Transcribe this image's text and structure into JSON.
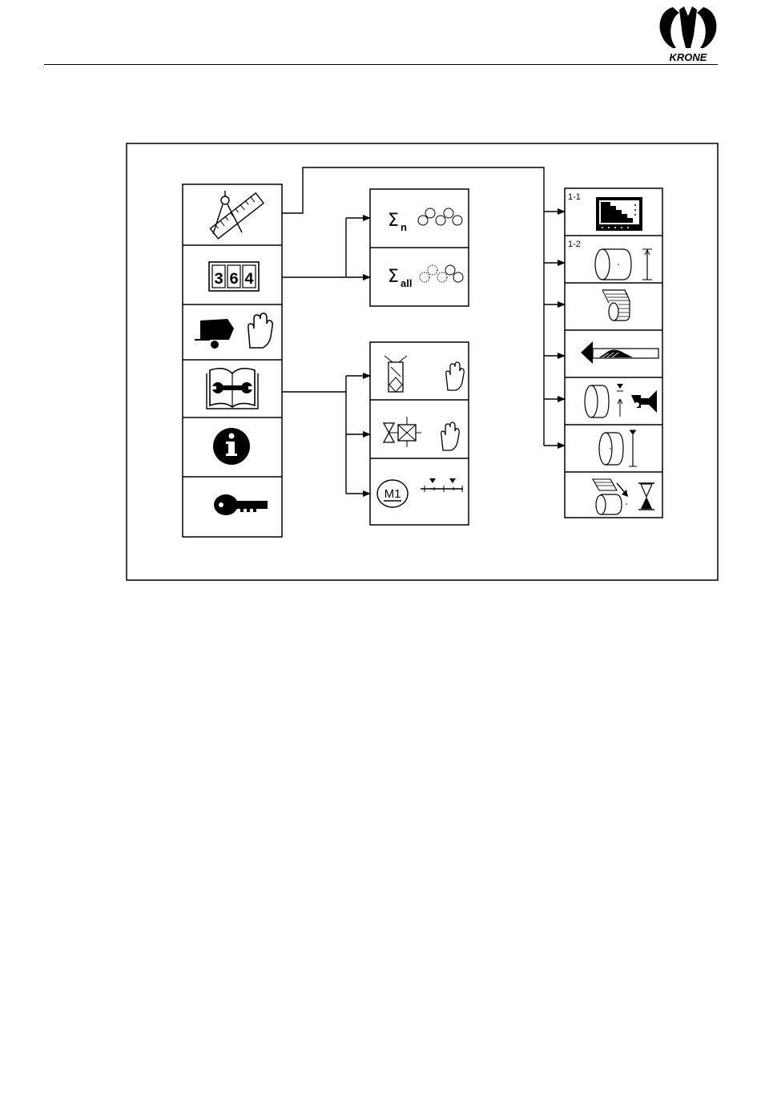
{
  "header": {
    "logo_text": "KRONE"
  },
  "diagram": {
    "main_menu": [
      {
        "icon": "compass-ruler-icon"
      },
      {
        "icon": "counter-display-icon",
        "digits": [
          "3",
          "6",
          "4"
        ]
      },
      {
        "icon": "baler-hand-icon"
      },
      {
        "icon": "service-book-icon"
      },
      {
        "icon": "info-icon"
      },
      {
        "icon": "key-icon"
      }
    ],
    "counter_menu": [
      {
        "icon": "sum-n-bales-icon",
        "symbol": "Σ",
        "subscript": "n"
      },
      {
        "icon": "sum-all-bales-icon",
        "symbol": "Σ",
        "subscript": "all"
      }
    ],
    "service_menu": [
      {
        "icon": "sensor-test-hand-icon"
      },
      {
        "icon": "actuator-test-hand-icon"
      },
      {
        "icon": "motor-calibration-icon",
        "label": "M1"
      }
    ],
    "settings_menu": [
      {
        "icon": "bale-shape-display-icon",
        "label": "1-1"
      },
      {
        "icon": "bale-diameter-icon",
        "label": "1-2"
      },
      {
        "icon": "net-wrap-icon"
      },
      {
        "icon": "crop-direction-icon"
      },
      {
        "icon": "pre-signal-horn-icon"
      },
      {
        "icon": "bale-size-icon"
      },
      {
        "icon": "wrap-delay-icon"
      }
    ]
  }
}
